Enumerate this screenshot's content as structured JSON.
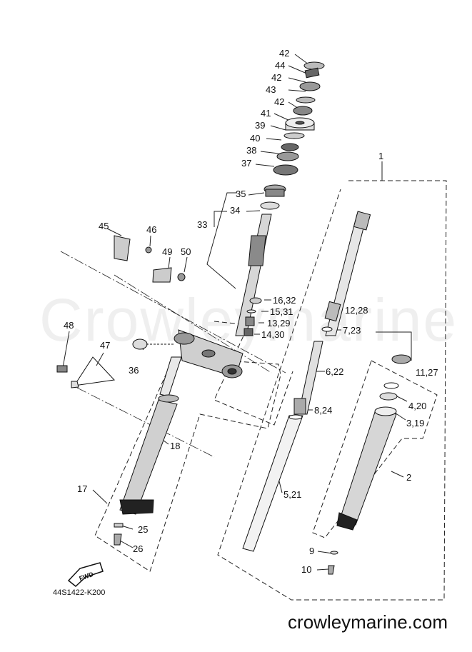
{
  "watermark": "Crowleymarine",
  "diagram_code": "44S1422-K200",
  "footer_url": "crowleymarine.com",
  "fwd_label": "FWD",
  "callouts": [
    "1",
    "2",
    "3,19",
    "4,20",
    "5,21",
    "6,22",
    "7,23",
    "8,24",
    "9",
    "10",
    "11,27",
    "12,28",
    "13,29",
    "14,30",
    "15,31",
    "16,32",
    "17",
    "18",
    "25",
    "26",
    "33",
    "34",
    "35",
    "36",
    "37",
    "38",
    "39",
    "40",
    "41",
    "42",
    "43",
    "42",
    "44",
    "42",
    "45",
    "46",
    "47",
    "48",
    "49",
    "50"
  ]
}
